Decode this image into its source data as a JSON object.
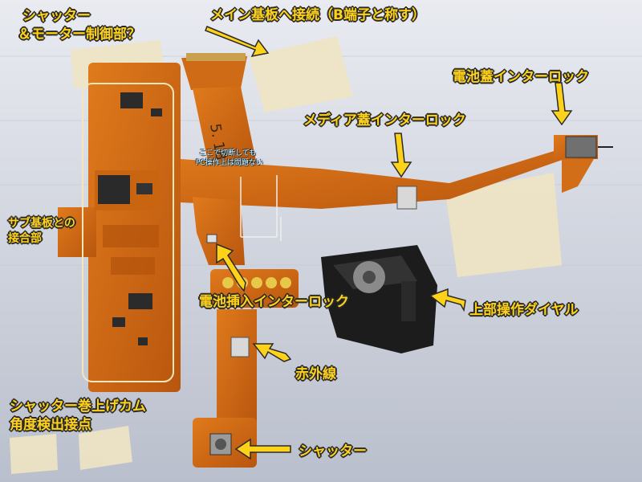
{
  "labels": {
    "shutter_motor_control": [
      "シャッター",
      "＆モーター制御部？"
    ],
    "main_board_connection": "メイン基板へ接続（B端子と称す）",
    "battery_cover_interlock": "電池蓋インターロック",
    "media_cover_interlock": "メディア蓋インターロック",
    "sub_board_joint": [
      "サブ基板との",
      "接合部"
    ],
    "cut_note": [
      "ここで切断しても",
      "PC操作上は問題ない"
    ],
    "battery_insert_interlock": "電池挿入インターロック",
    "top_dial": "上部操作ダイヤル",
    "infrared": "赤外線",
    "shutter_cam_contact": [
      "シャッター巻上げカム",
      "角度検出接点"
    ],
    "shutter": "シャッター"
  },
  "handwritten_date": "5. 18",
  "colors": {
    "label_text": "#ffd21a",
    "label_outline": "#2a2a2a",
    "flex_pcb": "#cf6a16",
    "background": "#d9dde6",
    "tape": "#efe4c4"
  }
}
